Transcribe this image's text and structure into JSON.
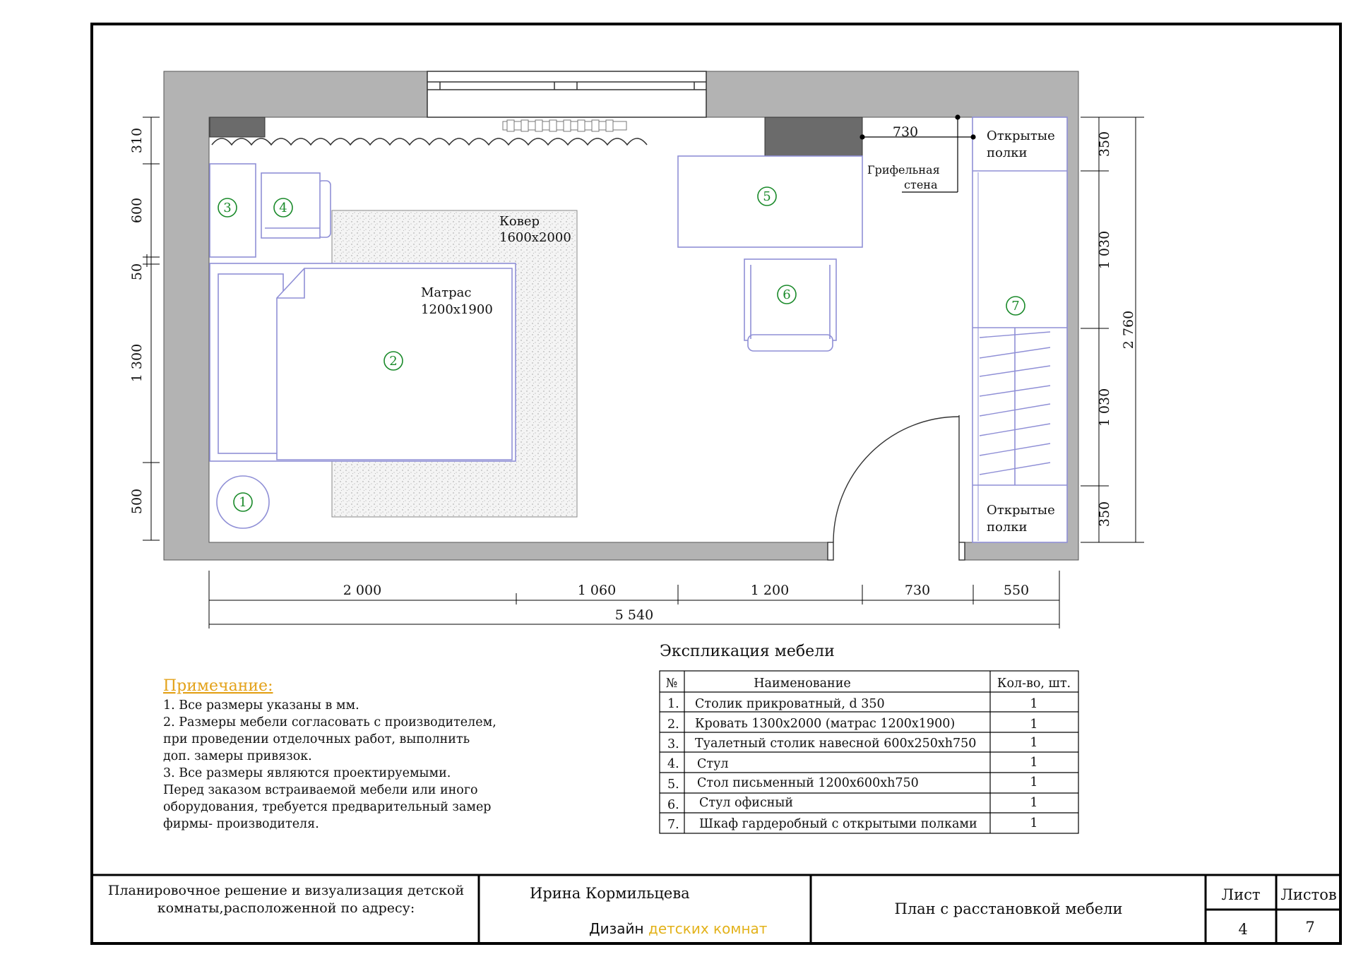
{
  "plan": {
    "labels": {
      "carpet_1": "Ковер",
      "carpet_2": "1600x2000",
      "mattress_1": "Матрас",
      "mattress_2": "1200x1900",
      "open_shelves_top_1": "Открытые",
      "open_shelves_top_2": "полки",
      "open_shelves_bottom_1": "Открытые",
      "open_shelves_bottom_2": "полки",
      "chalk_wall_1": "Грифельная",
      "chalk_wall_2": "стена",
      "top_730": "730"
    },
    "markers": [
      "1",
      "2",
      "3",
      "4",
      "5",
      "6",
      "7"
    ],
    "dims_left": [
      "310",
      "600",
      "50",
      "1 300",
      "500"
    ],
    "dims_right": [
      "350",
      "1 030",
      "1 030",
      "350"
    ],
    "dim_total_right": "2 760",
    "dims_bottom": [
      "2 000",
      "1 060",
      "1 200",
      "730",
      "550"
    ],
    "dim_total_bottom": "5 540"
  },
  "notes": {
    "title": "Примечание:",
    "lines": [
      "1. Все размеры указаны в мм.",
      "2. Размеры мебели согласовать с производителем,",
      "при проведении отделочных работ, выполнить",
      "доп. замеры привязок.",
      "3. Все размеры являются проектируемыми.",
      "Перед заказом встраиваемой мебели или иного",
      "оборудования, требуется предварительный замер",
      "фирмы- производителя."
    ]
  },
  "table": {
    "title": "Экспликация мебели",
    "headers": [
      "№",
      "Наименование",
      "Кол-во, шт."
    ],
    "rows": [
      {
        "n": "1.",
        "name": "Столик прикроватный, d 350",
        "qty": "1"
      },
      {
        "n": "2.",
        "name": "Кровать 1300x2000 (матрас 1200x1900)",
        "qty": "1"
      },
      {
        "n": "3.",
        "name": "Туалетный столик навесной 600x250xh750",
        "qty": "1"
      },
      {
        "n": "4.",
        "name": "Стул",
        "qty": "1"
      },
      {
        "n": "5.",
        "name": "Стол письменный 1200x600xh750",
        "qty": "1"
      },
      {
        "n": "6.",
        "name": "Стул офисный",
        "qty": "1"
      },
      {
        "n": "7.",
        "name": "Шкаф гардеробный с открытыми полками",
        "qty": "1"
      }
    ]
  },
  "title_block": {
    "project_line1": "Планировочное решение и визуализация  детской",
    "project_line2": "комнаты,расположенной по адресу:",
    "author": "Ирина Кормильцева",
    "brand_a": "Дизайн",
    "brand_b": "детских комнат",
    "sheet_title": "План с расстановкой мебели",
    "sheet_label": "Лист",
    "sheets_label": "Листов",
    "sheet_no": "4",
    "sheets_total": "7"
  },
  "colors": {
    "wall": "#b3b3b3",
    "dark_block": "#6b6b6b",
    "furniture": "#8f8fd6",
    "marker": "#1a8a2a",
    "note_title": "#e3a21a",
    "brand_accent": "#e3b21a"
  }
}
